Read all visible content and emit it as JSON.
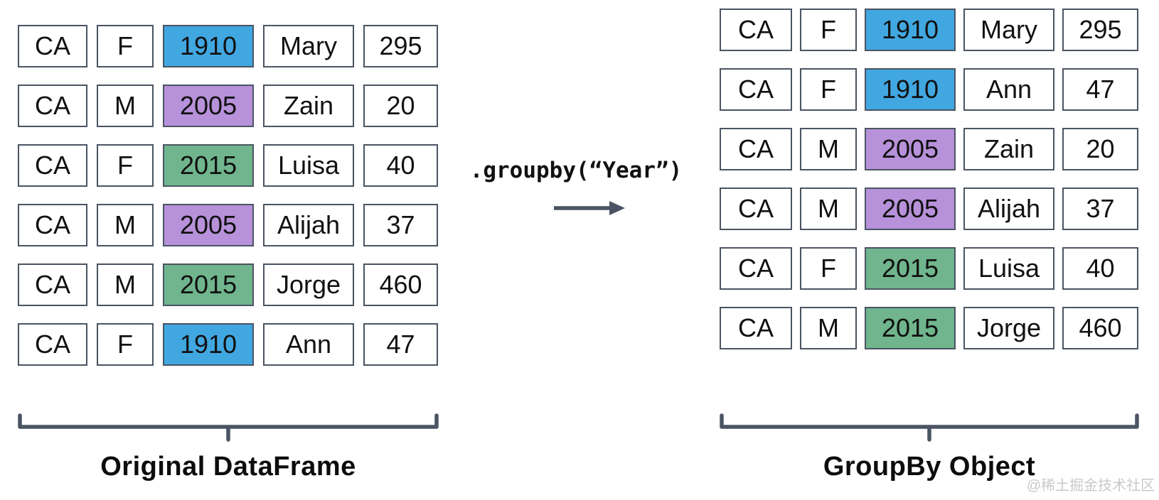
{
  "colors": {
    "border": "#4a5462",
    "accent": "#4a5462",
    "year_colors": {
      "1910": "#41a7e1",
      "2005": "#b791da",
      "2015": "#70b58d"
    }
  },
  "left_table": {
    "caption": "Original DataFrame",
    "rows": [
      [
        "CA",
        "F",
        "1910",
        "Mary",
        "295"
      ],
      [
        "CA",
        "M",
        "2005",
        "Zain",
        "20"
      ],
      [
        "CA",
        "F",
        "2015",
        "Luisa",
        "40"
      ],
      [
        "CA",
        "M",
        "2005",
        "Alijah",
        "37"
      ],
      [
        "CA",
        "M",
        "2015",
        "Jorge",
        "460"
      ],
      [
        "CA",
        "F",
        "1910",
        "Ann",
        "47"
      ]
    ]
  },
  "operation": {
    "code": ".groupby(“Year”)"
  },
  "right_table": {
    "caption": "GroupBy Object",
    "groups": [
      [
        [
          "CA",
          "F",
          "1910",
          "Mary",
          "295"
        ],
        [
          "CA",
          "F",
          "1910",
          "Ann",
          "47"
        ]
      ],
      [
        [
          "CA",
          "M",
          "2005",
          "Zain",
          "20"
        ],
        [
          "CA",
          "M",
          "2005",
          "Alijah",
          "37"
        ]
      ],
      [
        [
          "CA",
          "F",
          "2015",
          "Luisa",
          "40"
        ],
        [
          "CA",
          "M",
          "2015",
          "Jorge",
          "460"
        ]
      ]
    ]
  },
  "watermark": "@稀土掘金技术社区"
}
